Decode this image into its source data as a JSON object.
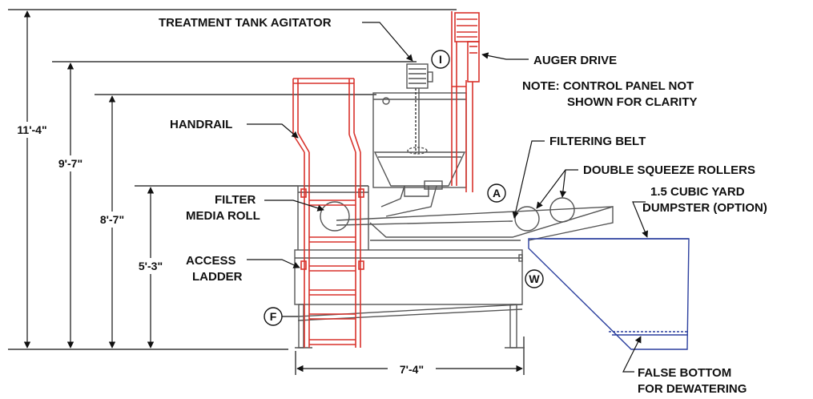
{
  "labels": {
    "agitator": "TREATMENT TANK AGITATOR",
    "auger_drive": "AUGER DRIVE",
    "note_line1": "NOTE: CONTROL PANEL NOT",
    "note_line2": "SHOWN FOR CLARITY",
    "handrail": "HANDRAIL",
    "filtering_belt": "FILTERING BELT",
    "squeeze_rollers": "DOUBLE SQUEEZE ROLLERS",
    "filter_media_1": "FILTER",
    "filter_media_2": "MEDIA ROLL",
    "dumpster_1": "1.5 CUBIC YARD",
    "dumpster_2": "DUMPSTER (OPTION)",
    "access_1": "ACCESS",
    "access_2": "LADDER",
    "false_bottom_1": "FALSE BOTTOM",
    "false_bottom_2": "FOR DEWATERING"
  },
  "dimensions": {
    "overall_height": "11'-4\"",
    "height_2": "9'-7\"",
    "height_3": "8'-7\"",
    "height_4": "5'-3\"",
    "length": "7'-4\""
  },
  "callouts": {
    "I": "I",
    "A": "A",
    "W": "W",
    "F": "F"
  },
  "colors": {
    "line": "#111111",
    "frame": "#555555",
    "red": "#d8322b",
    "blue": "#2b3f9e"
  }
}
